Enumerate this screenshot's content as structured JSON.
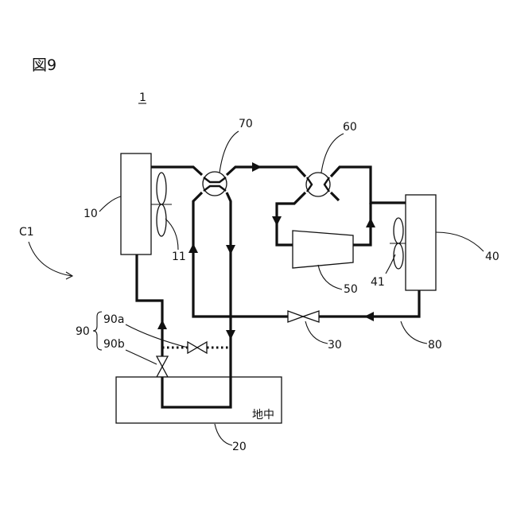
{
  "figure": {
    "title": "図9",
    "system_label": "1",
    "circuit_label": "C1"
  },
  "labels": {
    "heat_exchanger_ground_side": "10",
    "fan_left": "11",
    "ground": "20",
    "expansion_valve": "30",
    "heat_exchanger_air_side": "40",
    "fan_right": "41",
    "compressor": "50",
    "four_way_valve_right": "60",
    "four_way_valve_left": "70",
    "pipe_80": "80",
    "valve_group": "90",
    "valve_90a": "90a",
    "valve_90b": "90b",
    "ground_text": "地中"
  }
}
